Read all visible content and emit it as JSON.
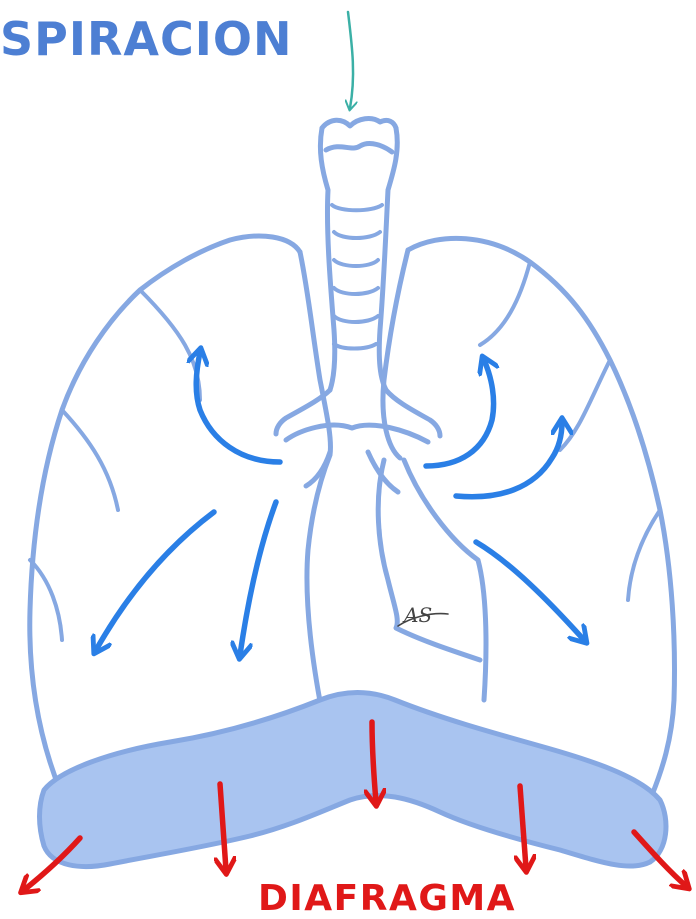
{
  "labels": {
    "title": "SPIRACION",
    "diaphragm": "DIAFRAGMA",
    "signature": "AS"
  },
  "colors": {
    "outline": "#86a8e2",
    "diaphragm_fill": "#a9c4f0",
    "air_arrows": "#2a7fe6",
    "inflow_arrow": "#3bb0a6",
    "title": "#4d7fd3",
    "diaphragm_arrows": "#e01818",
    "diaphragm_label": "#e01818",
    "signature": "#444444"
  },
  "icons": {
    "inflow": "teal-down-arrow",
    "air_flow": "blue-curved-arrow",
    "diaphragm_motion": "red-down-arrow"
  }
}
